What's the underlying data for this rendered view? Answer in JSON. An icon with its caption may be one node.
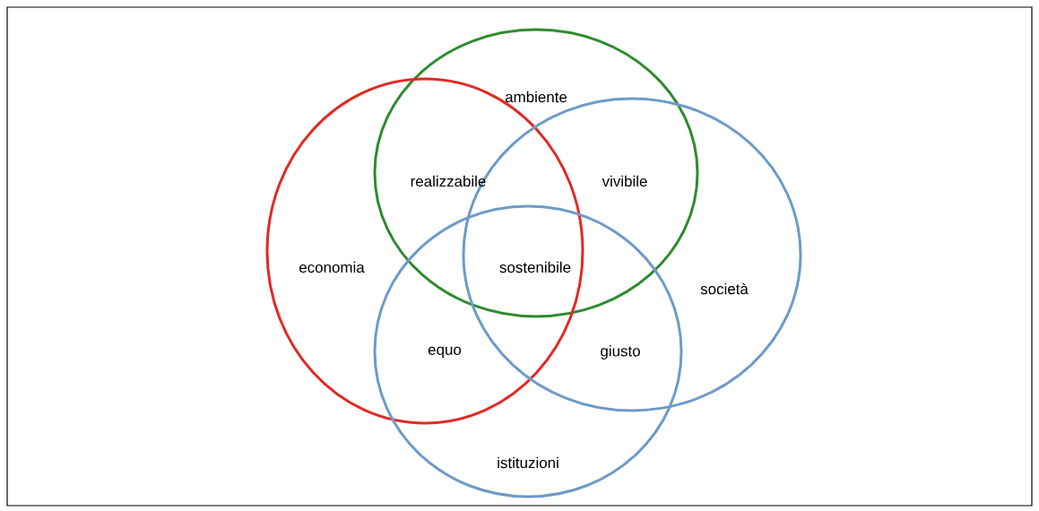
{
  "diagram": {
    "nodes": [
      {
        "text": [
          "ambiente"
        ]
      },
      {
        "text": [
          "economia"
        ]
      },
      {
        "text": [
          "società"
        ]
      },
      {
        "text": [
          "istituzioni"
        ]
      }
    ],
    "labels": [
      "realizzabile",
      "vivibile",
      "sostenibile",
      "equo",
      "giusto"
    ]
  }
}
